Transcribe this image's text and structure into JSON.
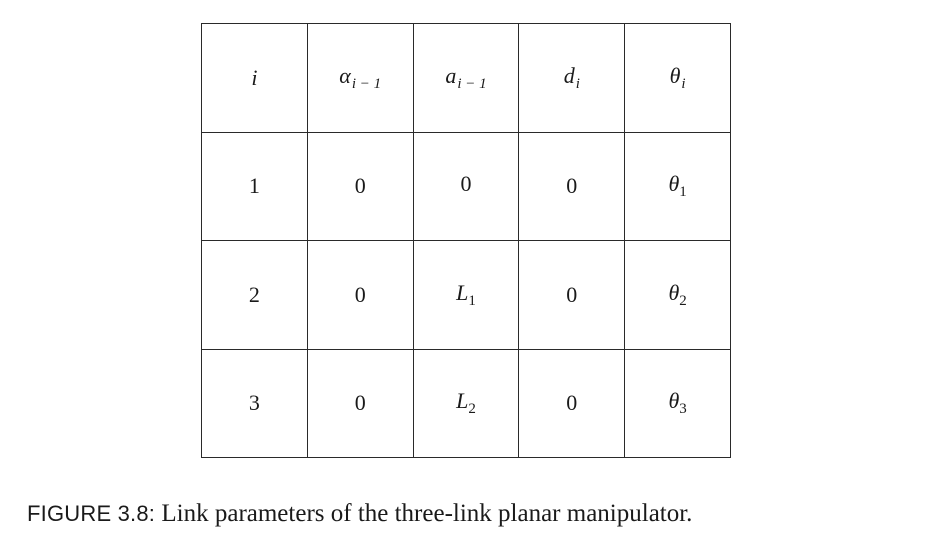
{
  "table": {
    "header": {
      "i": "i",
      "alpha": {
        "base": "α",
        "sub": "i − 1"
      },
      "a": {
        "base": "a",
        "sub": "i − 1"
      },
      "d": {
        "base": "d",
        "sub": "i"
      },
      "theta": {
        "base": "θ",
        "sub": "i"
      }
    },
    "rows": [
      {
        "i": "1",
        "alpha": "0",
        "a": {
          "base": "0",
          "sub": ""
        },
        "d": "0",
        "theta": {
          "base": "θ",
          "sub": "1"
        }
      },
      {
        "i": "2",
        "alpha": "0",
        "a": {
          "base": "L",
          "sub": "1"
        },
        "d": "0",
        "theta": {
          "base": "θ",
          "sub": "2"
        }
      },
      {
        "i": "3",
        "alpha": "0",
        "a": {
          "base": "L",
          "sub": "2"
        },
        "d": "0",
        "theta": {
          "base": "θ",
          "sub": "3"
        }
      }
    ]
  },
  "caption": {
    "label": "FIGURE 3.8:",
    "text": "Link parameters of the three-link planar manipulator."
  }
}
